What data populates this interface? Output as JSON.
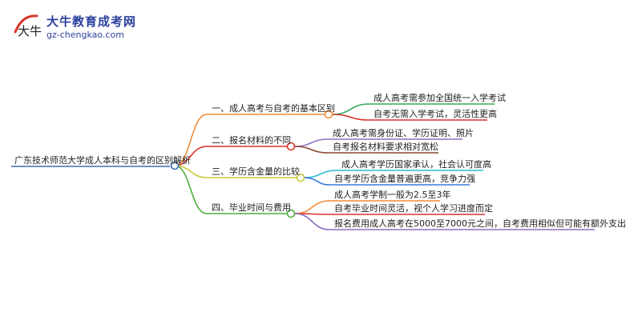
{
  "header": {
    "brand_name": "大牛教育成考网",
    "site_url": "gz-chengkao.com",
    "logo_text": "大牛"
  },
  "mindmap": {
    "root": "广东技术师范大学成人本科与自考的区别解析",
    "branches": [
      {
        "label": "一、成人高考与自考的基本区别",
        "color": "#f08c3a",
        "leaves": [
          {
            "label": "成人高考需参加全国统一入学考试",
            "color": "#3aa85c"
          },
          {
            "label": "自考无需入学考试，灵活性更高",
            "color": "#d9342b"
          }
        ]
      },
      {
        "label": "二、报名材料的不同",
        "color": "#d9342b",
        "leaves": [
          {
            "label": "成人高考需身份证、学历证明、照片",
            "color": "#8e6fc1"
          },
          {
            "label": "自考报名材料要求相对宽松",
            "color": "#8b4a2b"
          }
        ]
      },
      {
        "label": "三、学历含金量的比较",
        "color": "#c9c93a",
        "leaves": [
          {
            "label": "成人高考学历国家承认，社会认可度高",
            "color": "#2bbcd0"
          },
          {
            "label": "自考学历含金量普遍更高，竞争力强",
            "color": "#3a7bd5"
          }
        ]
      },
      {
        "label": "四、毕业时间与费用",
        "color": "#4fae3c",
        "leaves": [
          {
            "label": "成人高考学制一般为2.5至3年",
            "color": "#f08c3a"
          },
          {
            "label": "自考毕业时间灵活，视个人学习进度而定",
            "color": "#d9342b"
          },
          {
            "label": "报名费用成人高考在5000至7000元之间，自考费用相似但可能有额外支出",
            "color": "#8e6fc1"
          }
        ]
      }
    ]
  }
}
